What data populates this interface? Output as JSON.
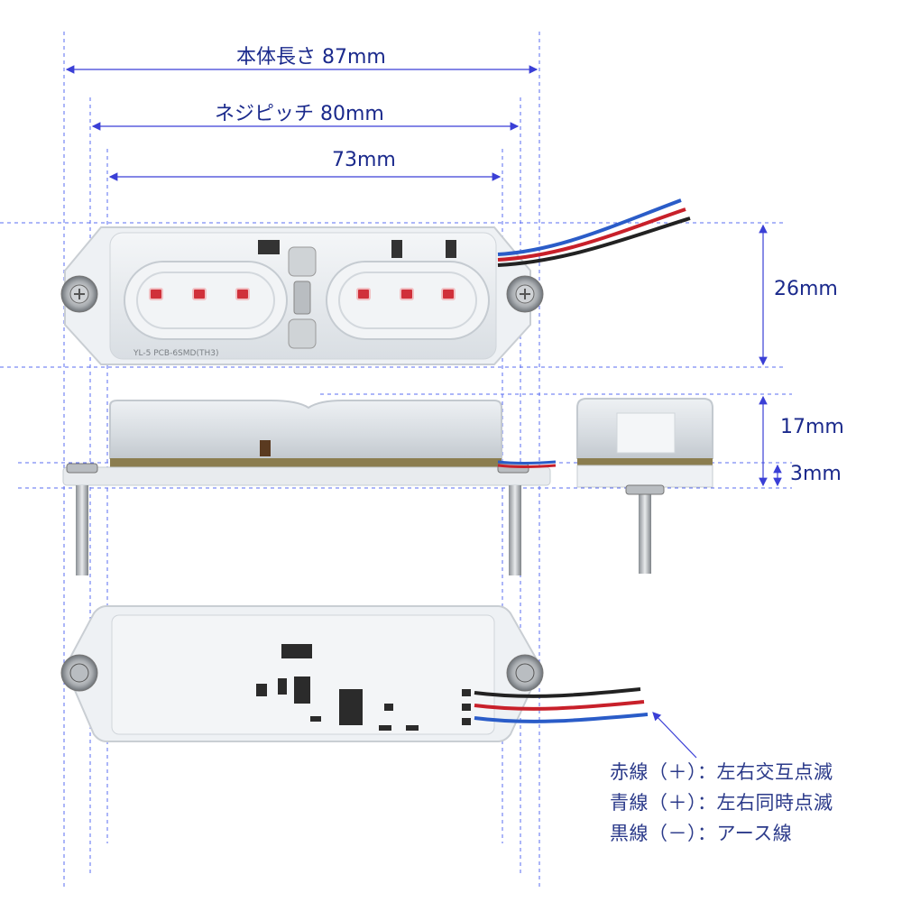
{
  "dimensions": {
    "body_length": "本体長さ 87mm",
    "screw_pitch": "ネジピッチ 80mm",
    "inner_length": "73mm",
    "width": "26mm",
    "height": "17mm",
    "base_thickness": "3mm"
  },
  "wire_notes": [
    "赤線（＋）：左右交互点滅",
    "青線（＋）：左右同時点滅",
    "黒線（－）：アース線"
  ],
  "pcb_text": "YL-5 PCB-6SMD(TH3)",
  "colors": {
    "dimension_line": "#3a3fd6",
    "label_text": "#1b2a8c",
    "led_red": "#d0303a",
    "wire_red": "#c8202a",
    "wire_blue": "#2a5cc8",
    "wire_black": "#222222"
  }
}
